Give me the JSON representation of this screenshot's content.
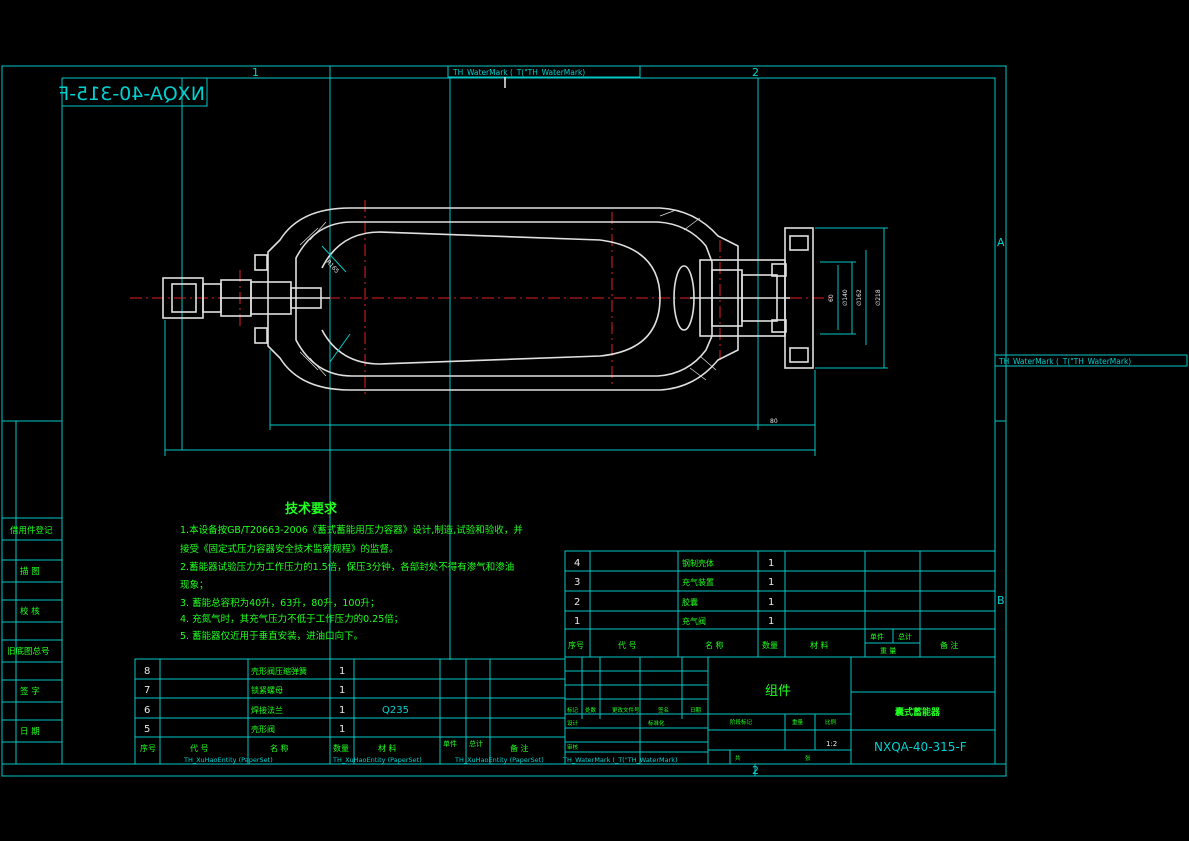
{
  "watermark_top": "TH_WaterMark (_T(\"TH_WaterMark)",
  "watermark_right": "TH_WaterMark (_T(\"TH_WaterMark)",
  "mirrored_code": "NXQA-40-315-F",
  "zone_1": "1",
  "zone_2": "2",
  "zone_a": "A",
  "zone_b": "B",
  "tech_title": "技术要求",
  "tech_lines": [
    "1.本设备按GB/T20663-2006《蓄式蓄能用压力容器》设计,制造,试验和验收，并",
    "接受《固定式压力容器安全技术监察规程》的监督。",
    "2.蓄能器试验压力为工作压力的1.5倍，保压3分钟，各部封处不得有渗气和渗油",
    "现象；",
    "3. 蓄能总容积为40升，63升，80升，100升；",
    "4. 充氮气时，其充气压力不低于工作压力的0.25倍；",
    "5. 蓄能器仅近用于垂直安装，进油口向下。"
  ],
  "left_strip": [
    "借用件登记",
    "描 图",
    "校 核",
    "旧底图总号",
    "签 字",
    "日 期"
  ],
  "parts_right": [
    {
      "no": "4",
      "name": "钢制壳体",
      "qty": "1"
    },
    {
      "no": "3",
      "name": "充气装置",
      "qty": "1"
    },
    {
      "no": "2",
      "name": "胶囊",
      "qty": "1"
    },
    {
      "no": "1",
      "name": "充气阀",
      "qty": "1"
    }
  ],
  "parts_right_header": {
    "no": "序号",
    "code": "代 号",
    "name": "名 称",
    "qty": "数量",
    "mat": "材 料",
    "unit_wt": "单件",
    "total_wt": "总计",
    "weight": "重 量",
    "note": "备 注"
  },
  "parts_left": [
    {
      "no": "8",
      "name": "壳形阀压缩弹簧",
      "qty": "1",
      "mat": ""
    },
    {
      "no": "7",
      "name": "锁紧螺母",
      "qty": "1",
      "mat": ""
    },
    {
      "no": "6",
      "name": "焊接法兰",
      "qty": "1",
      "mat": "Q235"
    },
    {
      "no": "5",
      "name": "壳形阀",
      "qty": "1",
      "mat": ""
    }
  ],
  "parts_left_header": {
    "no": "序号",
    "code": "代 号",
    "name": "名 称",
    "qty": "数量",
    "mat": "材 料",
    "unit": "单件",
    "total": "总计",
    "note": "备 注"
  },
  "title_block": {
    "group": "组件",
    "product": "囊式蓄能器",
    "code": "NXQA-40-315-F",
    "scale": "1:2",
    "rev_marks": "标记",
    "rev_count": "处数",
    "rev_file": "更改文件号",
    "rev_sign": "签名",
    "rev_date": "日期",
    "design": "设计",
    "std": "标准化",
    "stage": "阶段标记",
    "weight": "重量",
    "ratio": "比例",
    "audit": "审核",
    "sheet_total": "共",
    "sheet": "张"
  },
  "bottom_watermarks": [
    "TH_XuHaoEntity (PaperSet)",
    "TH_XuHaoEntity (PaperSet)",
    "TH_XuHaoEntity (PaperSet)",
    "TH_WaterMark (_T(\"TH_WaterMark)"
  ],
  "dims": {
    "d1": "60",
    "d2": "∅140",
    "d3": "∅162",
    "d4": "∅218",
    "len": "80",
    "r": "R165"
  },
  "colors": {
    "frame": "#00c8c8",
    "text": "#20ff20",
    "body": "#e0e0e0",
    "center": "#e02020"
  }
}
